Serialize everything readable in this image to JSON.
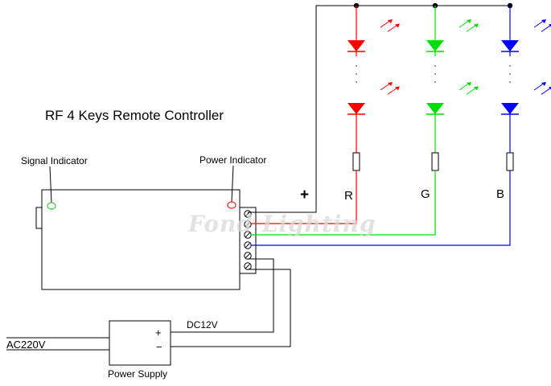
{
  "title": "RF 4 Keys Remote Controller",
  "indicators": {
    "signal_label": "Signal Indicator",
    "power_label": "Power Indicator",
    "signal_color": "#33cc33",
    "power_color": "#ee2222"
  },
  "outputs": {
    "common_label": "+",
    "channels": [
      {
        "label": "R",
        "color": "#ff0000"
      },
      {
        "label": "G",
        "color": "#00dd00"
      },
      {
        "label": "B",
        "color": "#0000ff"
      }
    ]
  },
  "power_supply": {
    "label": "Power Supply",
    "input_label": "AC220V",
    "output_label": "DC12V",
    "plus_label": "+",
    "minus_label": "−"
  },
  "watermark": "Fond Lighting",
  "icons": [
    "led-icon",
    "resistor-icon",
    "terminal-screw-icon",
    "indicator-led-icon"
  ]
}
